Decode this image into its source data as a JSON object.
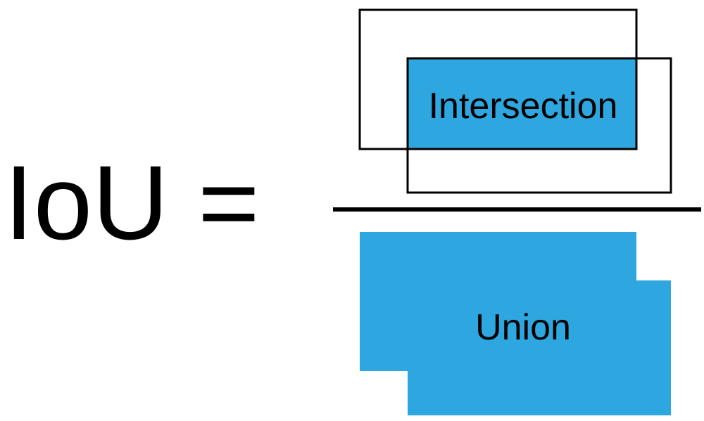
{
  "formula": {
    "lhs": "IoU =",
    "numerator_label": "Intersection",
    "denominator_label": "Union"
  },
  "colors": {
    "fill": "#2EA7E0",
    "stroke": "#000000",
    "text": "#000000",
    "background": "#ffffff"
  }
}
